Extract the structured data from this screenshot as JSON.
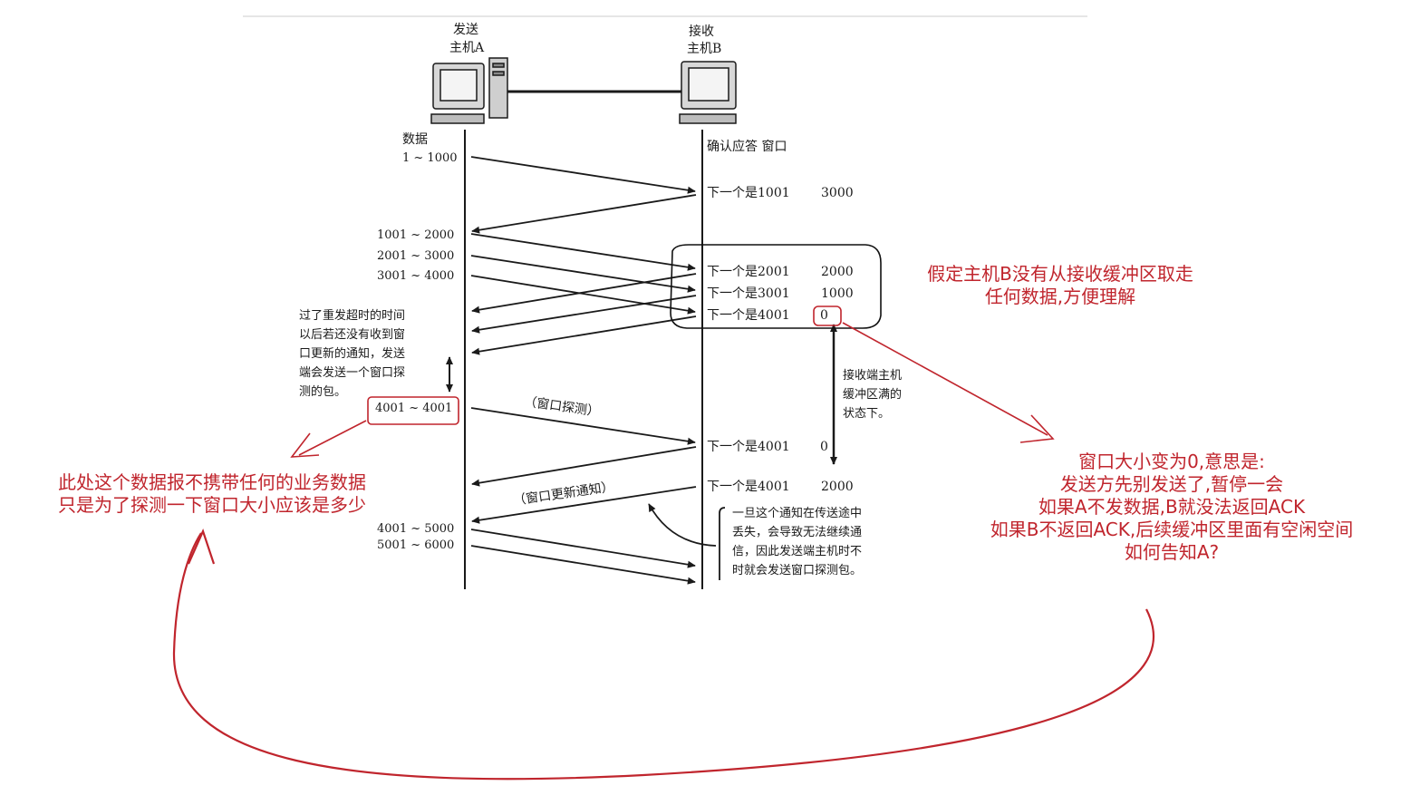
{
  "hosts": {
    "sender": {
      "line1": "发送",
      "line2": "主机A",
      "icon": "computer-icon"
    },
    "receiver": {
      "line1": "接收",
      "line2": "主机B",
      "icon": "computer-icon"
    }
  },
  "columns": {
    "sender_heading": "数据",
    "receiver_heading": "确认应答 窗口"
  },
  "segments_sent": [
    "1 ~ 1000",
    "1001 ~ 2000",
    "2001 ~ 3000",
    "3001 ~ 4000",
    "4001 ~ 4001",
    "4001 ~ 5000",
    "5001 ~ 6000"
  ],
  "acks": [
    {
      "next": "下一个是1001",
      "window": "3000"
    },
    {
      "next": "下一个是2001",
      "window": "2000"
    },
    {
      "next": "下一个是3001",
      "window": "1000"
    },
    {
      "next": "下一个是4001",
      "window": "0"
    },
    {
      "next": "下一个是4001",
      "window": "0"
    },
    {
      "next": "下一个是4001",
      "window": "2000"
    }
  ],
  "labels": {
    "window_probe": "（窗口探测）",
    "window_update": "（窗口更新通知）",
    "timeout_note": "过了重发超时的时间\n以后若还没有收到窗\n口更新的通知，发送\n端会发送一个窗口探\n测的包。",
    "buffer_full": "接收端主机\n缓冲区满的\n状态下。",
    "lost_note": "一旦这个通知在传送途中\n丢失，会导致无法继续通\n信，因此发送端主机时不\n时就会发送窗口探测包。"
  },
  "annotations": {
    "assumption": "假定主机B没有从接收缓冲区取走\n任何数据,方便理解",
    "window_zero": "窗口大小变为0,意思是:\n发送方先别发送了,暂停一会\n如果A不发数据,B就没法返回ACK\n如果B不返回ACK,后续缓冲区里面有空闲空间\n如何告知A?",
    "probe_note": "此处这个数据报不携带任何的业务数据\n只是为了探测一下窗口大小应该是多少"
  },
  "colors": {
    "annotation": "#c0252d",
    "ink": "#1a1a1a"
  }
}
